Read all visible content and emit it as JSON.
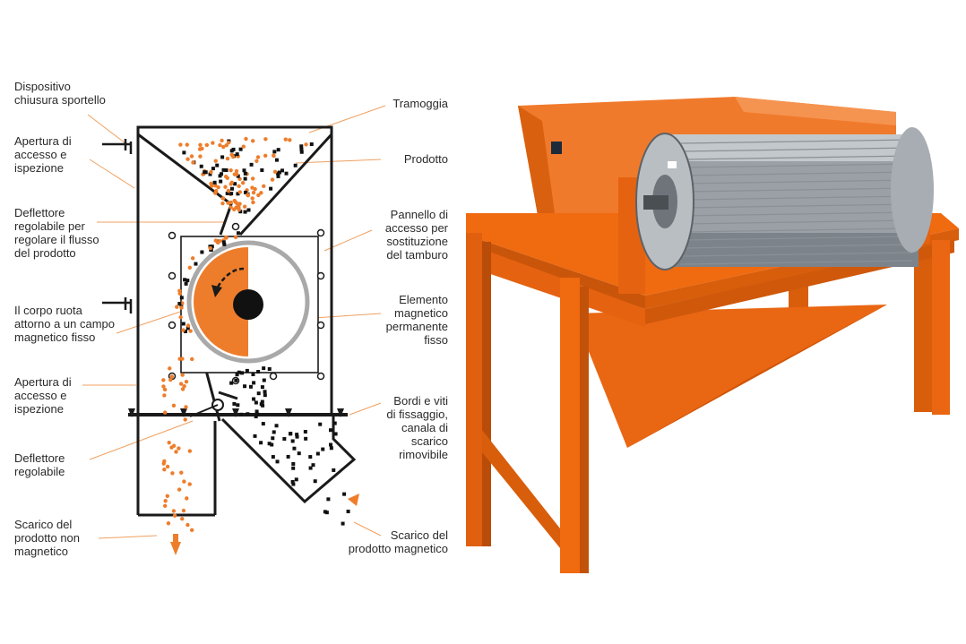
{
  "colors": {
    "accent": "#ee7d2b",
    "line": "#1a1a1a",
    "drum_rim": "#a9a9a9",
    "leader": "#f0a060",
    "machine_orange": "#f06a10",
    "drum_steel": "#9aa0a6"
  },
  "labels": {
    "dispositivo": [
      "Dispositivo",
      "chiusura sportello"
    ],
    "apertura_top": [
      "Apertura di",
      "accesso e",
      "ispezione"
    ],
    "deflettore_reg": [
      "Deflettore",
      "regolabile per",
      "regolare il flusso",
      "del prodotto"
    ],
    "corpo": [
      "Il corpo ruota",
      "attorno a un campo",
      "magnetico fisso"
    ],
    "apertura_bottom": [
      "Apertura di",
      "accesso e",
      "ispezione"
    ],
    "deflettore": [
      "Deflettore",
      "regolabile"
    ],
    "scarico_non": [
      "Scarico del",
      "prodotto non",
      "magnetico"
    ],
    "tramoggia": [
      "Tramoggia"
    ],
    "prodotto": [
      "Prodotto"
    ],
    "pannello": [
      "Pannello di",
      "accesso per",
      "sostituzione",
      "del tamburo"
    ],
    "elemento": [
      "Elemento",
      "magnetico",
      "permanente",
      "fisso"
    ],
    "bordi": [
      "Bordi e viti",
      "di fissaggio,",
      "canala di",
      "scarico",
      "rimovibile"
    ],
    "scarico_mag": [
      "Scarico del",
      "prodotto magnetico"
    ]
  },
  "icons": {
    "diagram": "magnetic-drum-separator-cross-section",
    "photo": "magnetic-drum-separator-machine-photo"
  }
}
